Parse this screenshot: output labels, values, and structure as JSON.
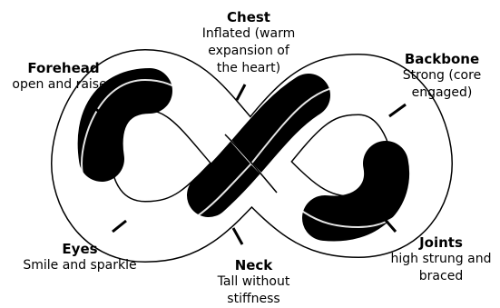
{
  "labels": {
    "chest": {
      "title": "Chest",
      "desc": "Inflated (warm\nexpansion of\nthe heart)"
    },
    "forehead": {
      "title": "Forehead",
      "desc": "open and raised"
    },
    "backbone": {
      "title": "Backbone",
      "desc": "Strong (core\nengaged)"
    },
    "eyes": {
      "title": "Eyes",
      "desc": "Smile and sparkle"
    },
    "neck": {
      "title": "Neck",
      "desc": "Tall without\nstiffness"
    },
    "joints": {
      "title": "Joints",
      "desc": "high strung and\nbraced"
    }
  },
  "colors": {
    "ink": "#000000",
    "band_fill": "#ffffff"
  }
}
